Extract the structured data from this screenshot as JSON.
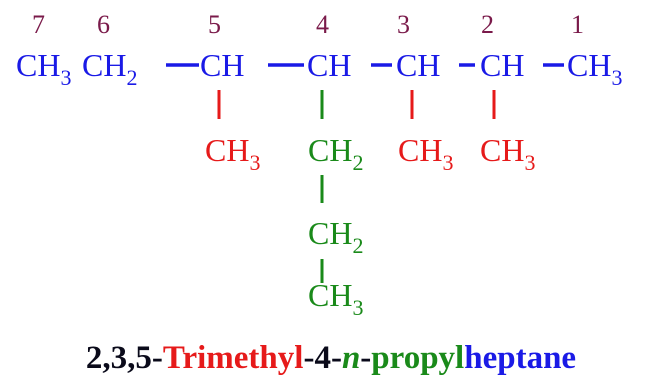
{
  "colors": {
    "number": "#7a1a4a",
    "main_chain": "#1a1ae6",
    "methyl": "#e61a1a",
    "propyl": "#1a8a1a",
    "name_locants": "#0a0a1a"
  },
  "numbering": [
    "7",
    "6",
    "5",
    "4",
    "3",
    "2",
    "1"
  ],
  "main_chain": {
    "c7": {
      "base": "CH",
      "sub": "3"
    },
    "c6": {
      "base": "CH",
      "sub": "2"
    },
    "c5": {
      "base": "CH"
    },
    "c4": {
      "base": "CH"
    },
    "c3": {
      "base": "CH"
    },
    "c2": {
      "base": "CH"
    },
    "c1": {
      "base": "CH",
      "sub": "3"
    }
  },
  "substituents": {
    "methyl_c5": {
      "base": "CH",
      "sub": "3"
    },
    "methyl_c3": {
      "base": "CH",
      "sub": "3"
    },
    "methyl_c2": {
      "base": "CH",
      "sub": "3"
    },
    "propyl": [
      {
        "base": "CH",
        "sub": "2"
      },
      {
        "base": "CH",
        "sub": "2"
      },
      {
        "base": "CH",
        "sub": "3"
      }
    ]
  },
  "name": {
    "locants": "2,3,5-",
    "trimethyl": "Trimethyl",
    "dash4": "-4-",
    "n": "n",
    "dash": "-",
    "propyl": "propyl",
    "heptane": "heptane"
  }
}
